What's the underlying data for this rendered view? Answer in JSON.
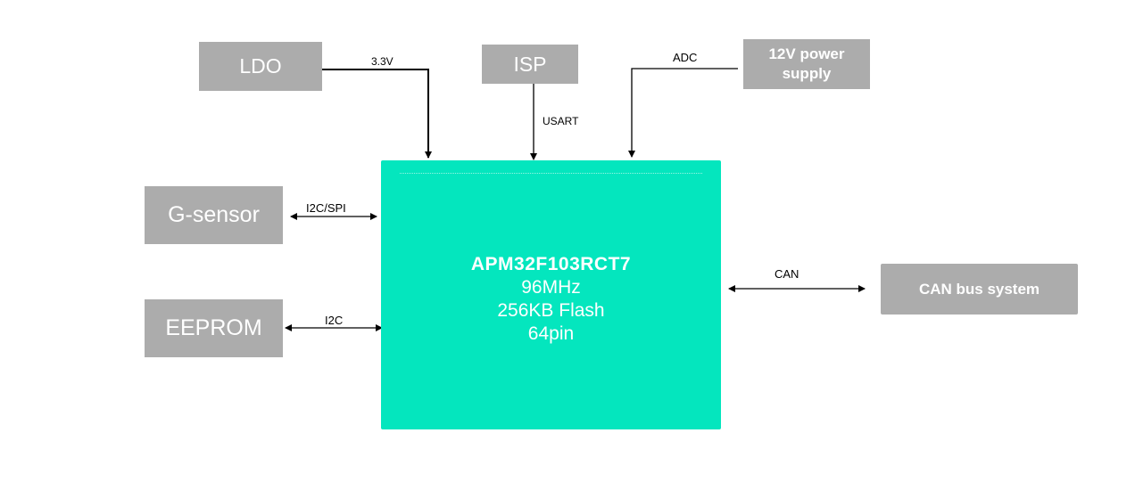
{
  "diagram": {
    "mcu": {
      "name": "APM32F103RCT7",
      "specs": [
        "96MHz",
        "256KB Flash",
        "64pin"
      ],
      "color": "#04e6be"
    },
    "peripherals": {
      "ldo": "LDO",
      "isp": "ISP",
      "power_supply": [
        "12V power",
        "supply"
      ],
      "g_sensor": "G-sensor",
      "eeprom": "EEPROM",
      "can_bus": "CAN bus system"
    },
    "connections": {
      "ldo": "3.3V",
      "isp": "USART",
      "power_supply": "ADC",
      "g_sensor": "I2C/SPI",
      "eeprom": "I2C",
      "can_bus": "CAN"
    },
    "block_color": "#acacac"
  }
}
